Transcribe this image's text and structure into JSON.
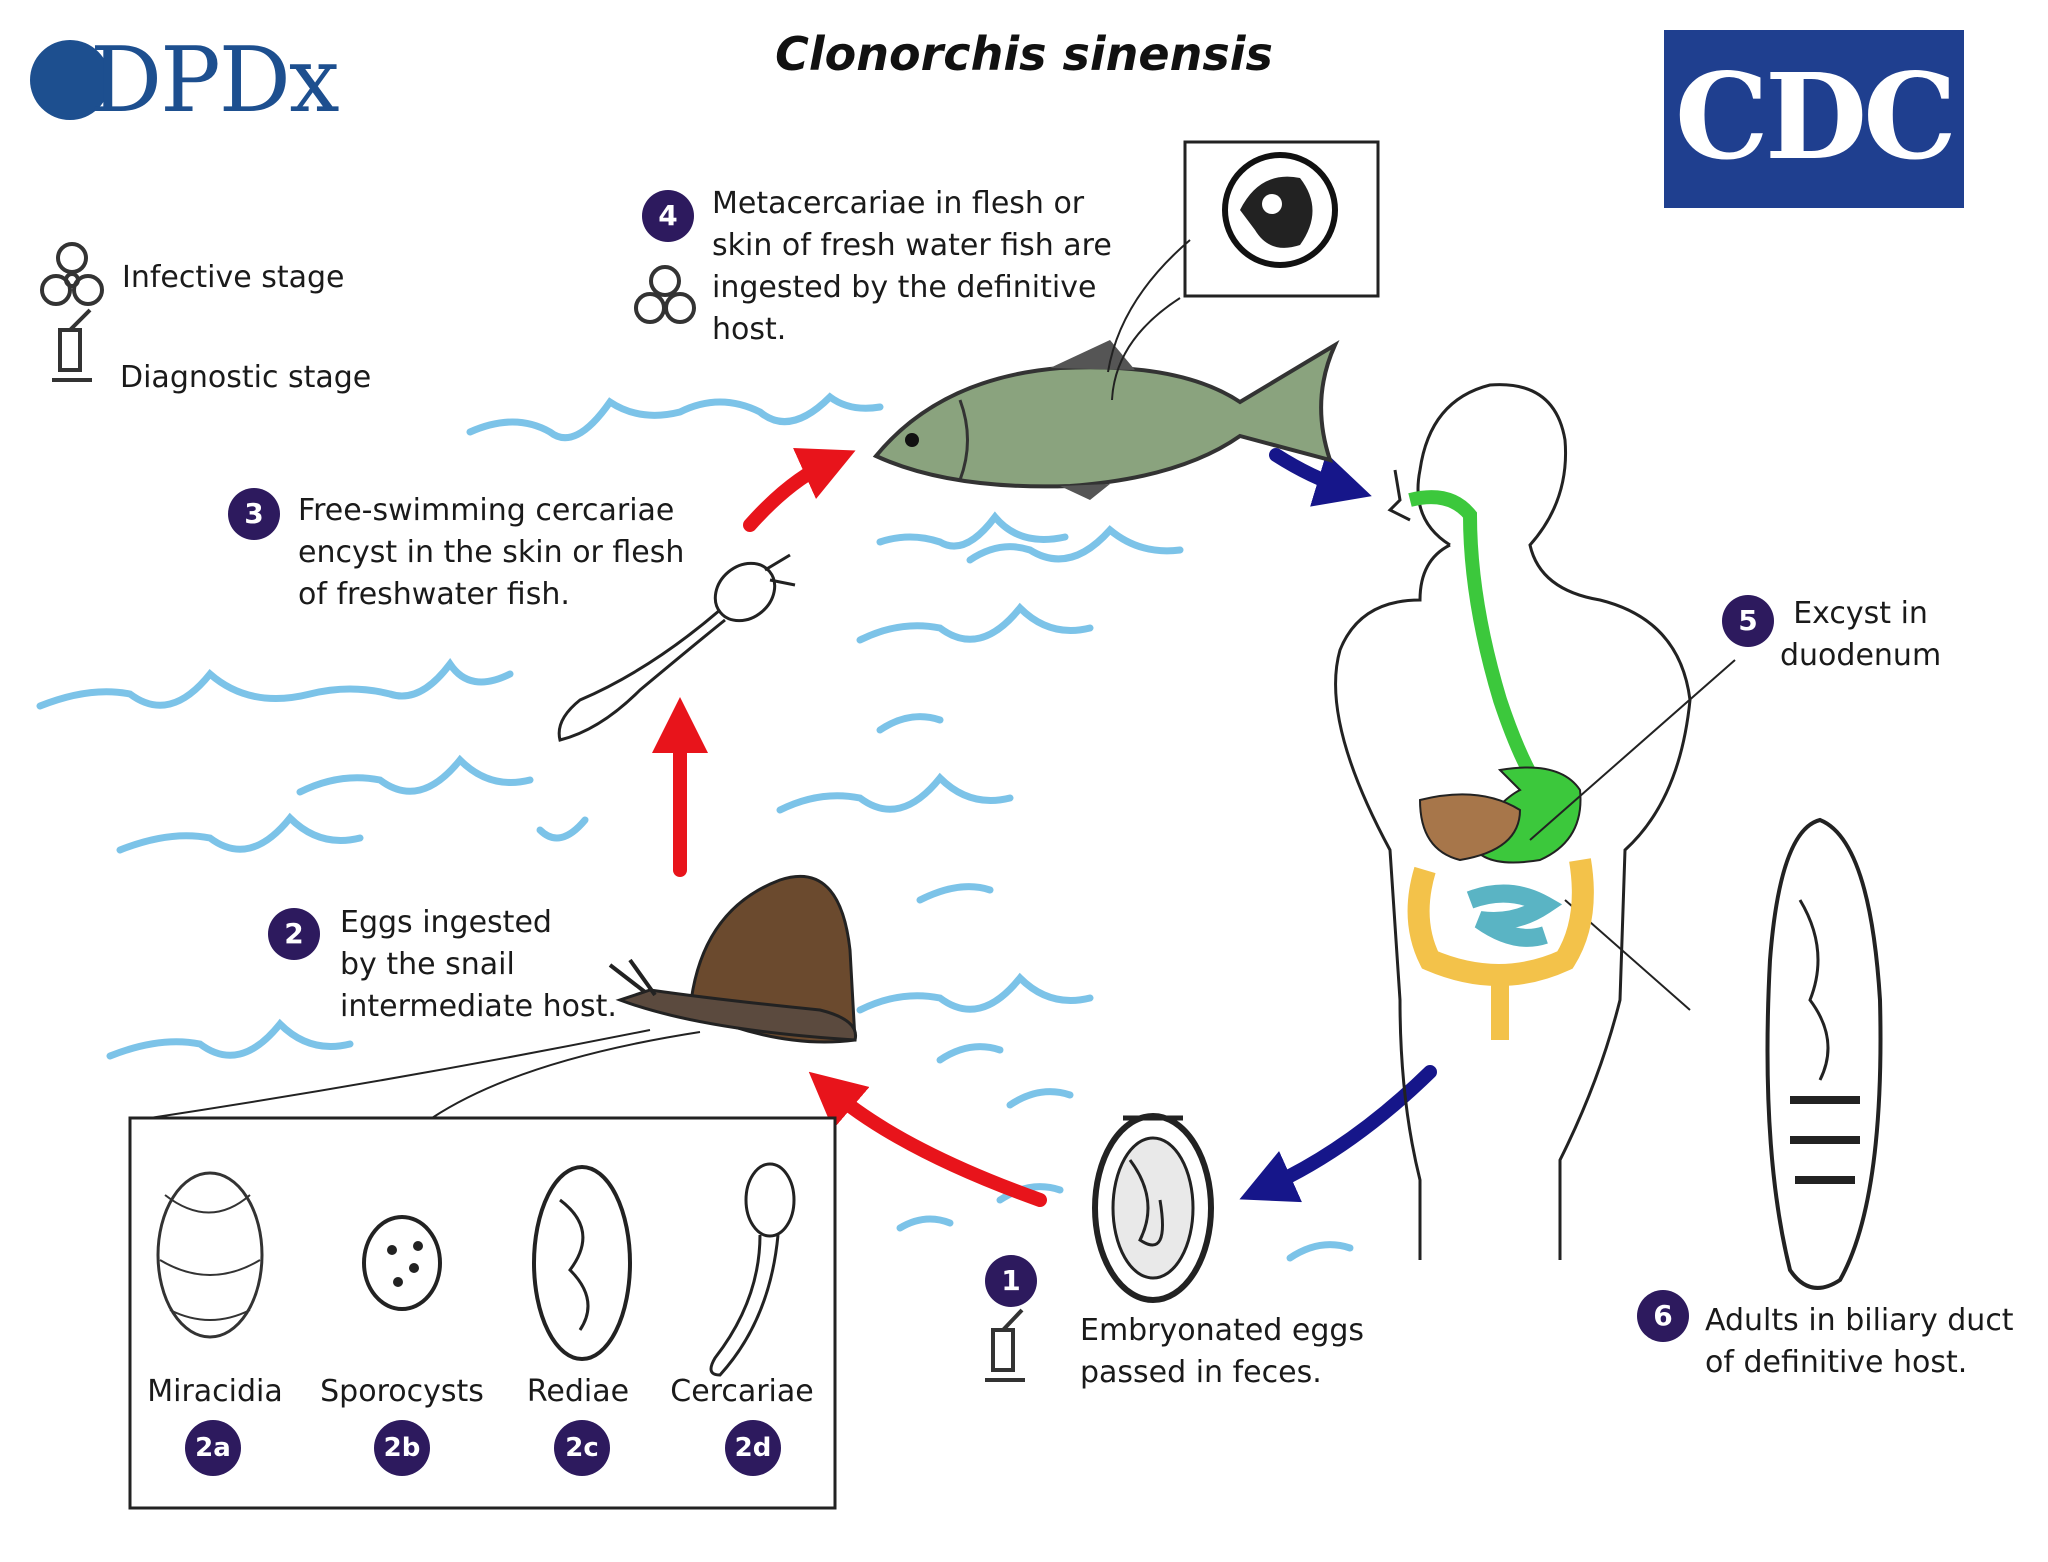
{
  "title": "Clonorchis sinensis",
  "logos": {
    "left": "DPDx",
    "right": "CDC"
  },
  "legend": {
    "infective": "Infective stage",
    "diagnostic": "Diagnostic stage"
  },
  "steps": [
    {
      "badge": "1",
      "text": "Embryonated eggs\npassed in feces."
    },
    {
      "badge": "2",
      "text": "Eggs ingested\nby the snail\nintermediate host."
    },
    {
      "badge": "3",
      "text": "Free-swimming cercariae\nencyst in the skin or flesh\nof freshwater fish."
    },
    {
      "badge": "4",
      "text": "Metacercariae in flesh or\nskin of fresh water fish are\ningested by the definitive\nhost."
    },
    {
      "badge": "5",
      "text": "Excyst in\nduodenum"
    },
    {
      "badge": "6",
      "text": "Adults in biliary duct\nof definitive host."
    }
  ],
  "inset": {
    "stages": [
      {
        "label": "Miracidia",
        "badge": "2a"
      },
      {
        "label": "Sporocysts",
        "badge": "2b"
      },
      {
        "label": "Rediae",
        "badge": "2c"
      },
      {
        "label": "Cercariae",
        "badge": "2d"
      }
    ]
  },
  "colors": {
    "badge": "#2d1a5e",
    "red_arrow": "#e8141b",
    "blue_arrow": "#16168a",
    "water": "#7cc3e8",
    "gut_green": "#3cc83c",
    "intestine_yellow": "#f3c24a",
    "intestine_teal": "#5ab4c4",
    "liver_brown": "#a7764a",
    "cdc_blue": "#1f3f8f",
    "dpdx_blue": "#1d4f8f"
  },
  "icons": {
    "infective": "biohazard-icon",
    "diagnostic": "microscope-icon"
  }
}
